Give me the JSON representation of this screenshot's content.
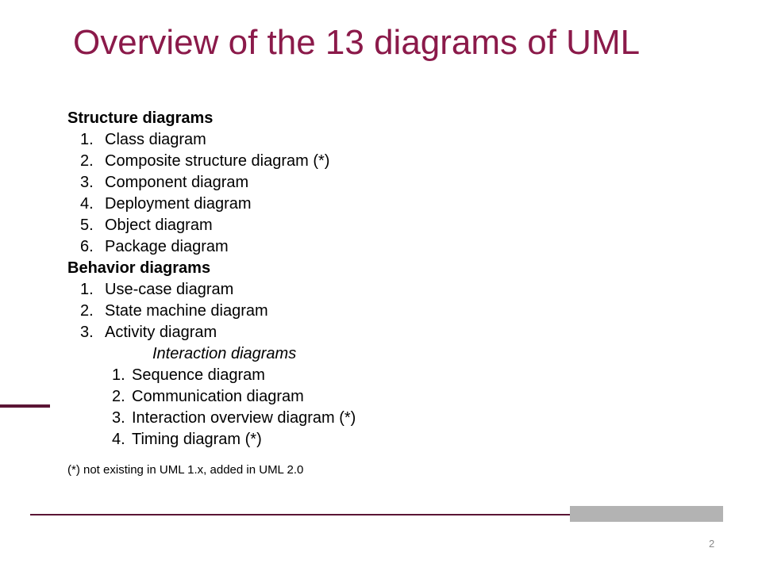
{
  "title": "Overview of the 13 diagrams of UML",
  "structure": {
    "heading": "Structure diagrams",
    "items": [
      {
        "num": "1.",
        "label": "Class diagram"
      },
      {
        "num": "2.",
        "label": "Composite structure diagram (*)"
      },
      {
        "num": "3.",
        "label": "Component diagram"
      },
      {
        "num": "4.",
        "label": "Deployment diagram"
      },
      {
        "num": "5.",
        "label": "Object diagram"
      },
      {
        "num": "6.",
        "label": "Package diagram"
      }
    ]
  },
  "behavior": {
    "heading": "Behavior diagrams",
    "items": [
      {
        "num": "1.",
        "label": "Use-case diagram"
      },
      {
        "num": "2.",
        "label": "State machine diagram"
      },
      {
        "num": "3.",
        "label": "Activity diagram"
      }
    ],
    "interaction": {
      "heading": "Interaction diagrams",
      "items": [
        {
          "num": "1.",
          "label": "Sequence diagram"
        },
        {
          "num": "2.",
          "label": "Communication diagram"
        },
        {
          "num": "3.",
          "label": "Interaction overview diagram (*)"
        },
        {
          "num": "4.",
          "label": "Timing diagram (*)"
        }
      ]
    }
  },
  "footnote": "(*) not existing in UML 1.x, added in UML 2.0",
  "page_number": "2",
  "colors": {
    "title": "#8b1a4a",
    "accent_line": "#5b1535",
    "gray_bar": "#b3b3b3",
    "page_number": "#8a8a8a"
  }
}
